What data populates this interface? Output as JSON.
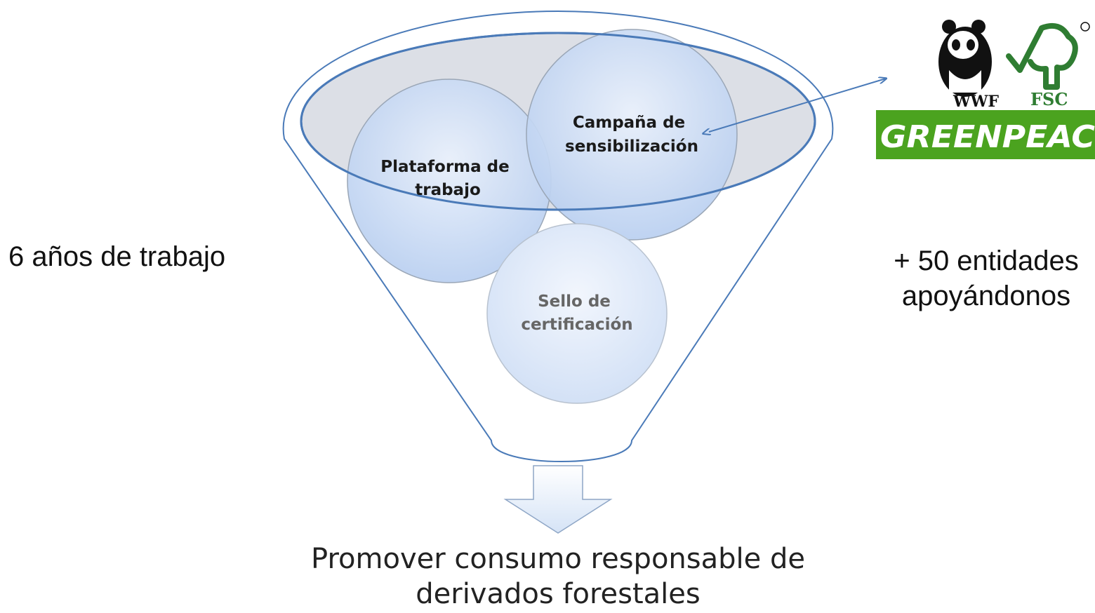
{
  "circles": {
    "plataforma": "Plataforma de\ntrabajo",
    "campana": "Campaña de\nsensibilización",
    "sello": "Sello de\ncertificación"
  },
  "left_text": "6 años de trabajo",
  "right_text": "+ 50 entidades\napoyándonos",
  "conclusion": "Promover consumo responsable de\nderivados forestales",
  "logos": {
    "wwf": "WWF",
    "fsc": "FSC",
    "greenpeace": "GREENPEAC"
  },
  "colors": {
    "funnel_stroke": "#4a7ab8",
    "circle_fill": "#c9daf5",
    "greenpeace_green": "#4ba31f",
    "arrow_fill": "#e3edf9"
  }
}
